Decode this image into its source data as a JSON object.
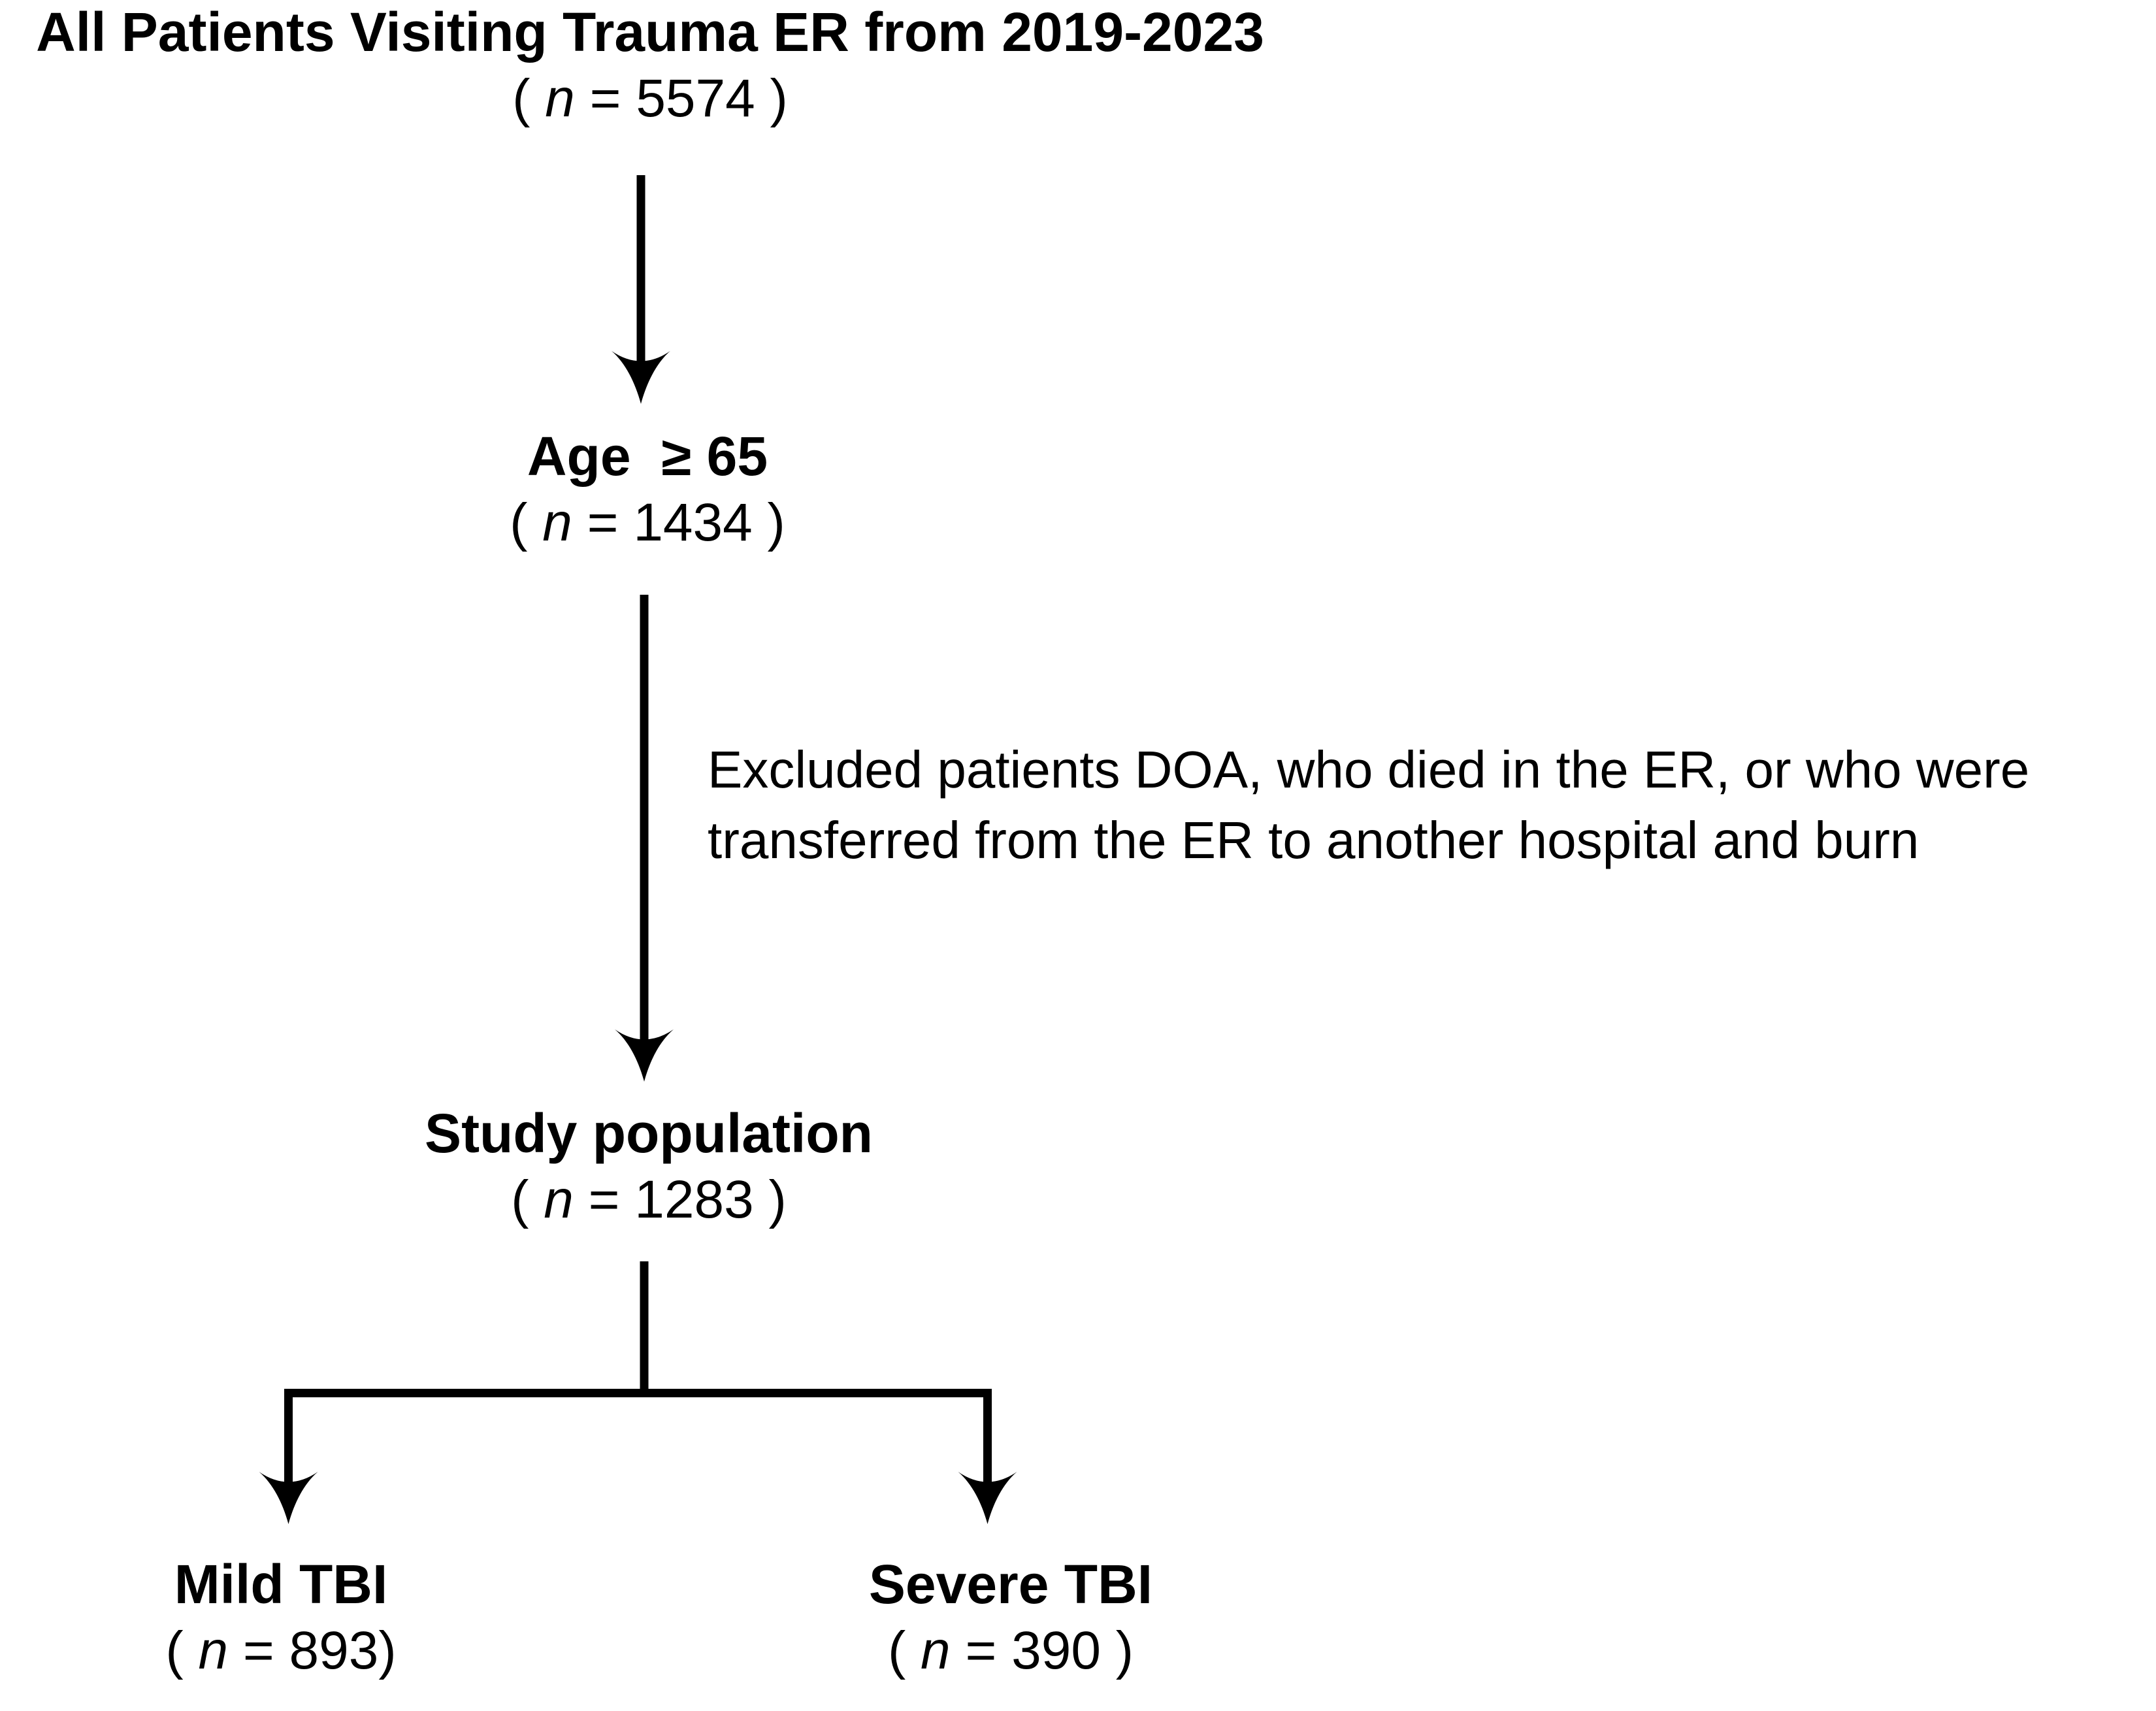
{
  "figure_colors": {
    "background": "#ffffff",
    "ink": "#000000"
  },
  "flowchart": {
    "nodes": {
      "total": {
        "title": "All Patients Visiting Trauma ER from 2019-2023",
        "count_prefix": "( ",
        "count_var": "n",
        "count_suffix": " = 5574 )"
      },
      "age": {
        "title": "Age  ≥ 65",
        "count_prefix": "( ",
        "count_var": "n",
        "count_suffix": " = 1434 )"
      },
      "study": {
        "title": "Study population",
        "count_prefix": "( ",
        "count_var": "n",
        "count_suffix": " = 1283 )"
      },
      "mild": {
        "title": "Mild TBI",
        "count_prefix": "( ",
        "count_var": "n",
        "count_suffix": " = 893)"
      },
      "severe": {
        "title": "Severe TBI",
        "count_prefix": "( ",
        "count_var": "n",
        "count_suffix": " = 390 )"
      }
    },
    "exclusion_note": {
      "line1": "Excluded patients DOA, who died in the ER, or who were",
      "line2": "transferred from the ER to another hospital and burn"
    }
  }
}
